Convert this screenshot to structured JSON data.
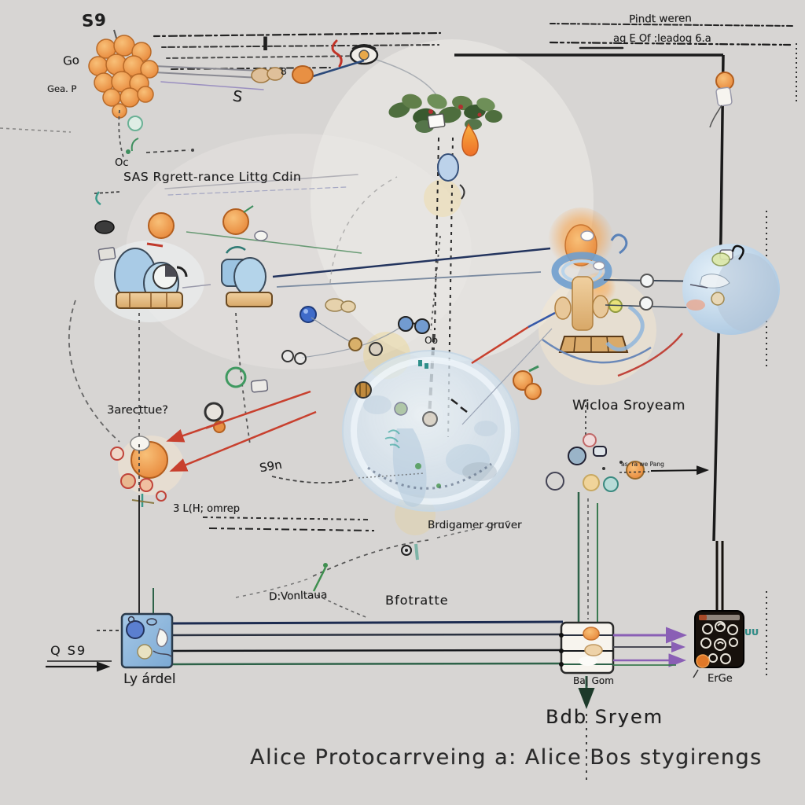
{
  "labels": {
    "s9_top": "S9",
    "go_top": "Go",
    "gsa_top": "Gea. P",
    "oc_glyph": "Oc",
    "i_glyph": "I",
    "eight_glyph": "8",
    "s_glyph": "S",
    "top_right_line1": "Pindt weren",
    "top_right_line2": "ag E Of :leadog 6.a",
    "sas": "SAS Rgrett-rance Littg Cdin",
    "aperter": "3arecttue?",
    "oo_glyph": "Oo",
    "wlicoa": "Wicloa Sroyeam",
    "s9n": "S9n",
    "lidrew": "3 L(H; omrep",
    "bidwmar": "Brdigamer gruver",
    "divonioa": "D:Vonltaua",
    "bivorate": "Bfotratte",
    "ly_aded": "Ly árdel",
    "q_s9": "Q S9",
    "ba_gom": "Ba| Gom",
    "bdo_sryem": "Bdb Sryem",
    "erge": "ErGe",
    "uu_glyph": "UU",
    "arrow_text": "as· ra we Pang",
    "caption": "Alice Protocarrveing a: Alice Bos stygirengs"
  },
  "colors": {
    "background": "#d7d5d3",
    "ink": "#1f1f1f",
    "orange": "#e8913f",
    "machine_blue": "#9ec1e2",
    "bubble_blue": "#d9e9f6",
    "sphere_blue": "#b9d3e9",
    "navy": "#23345e",
    "green": "#2d6248",
    "purple": "#8a5fb5",
    "red": "#c8402e",
    "teal": "#2e8f8a",
    "cream": "#f3e2c8",
    "device_black": "#17110c"
  },
  "icons": [
    "grapes-cluster-icon",
    "eye-icon",
    "wreath-icon",
    "flame-icon",
    "egg-icon",
    "machine-a-icon",
    "machine-b-icon",
    "globe-bubble-icon",
    "sunglasses-icon",
    "totem-icon",
    "sphere-icon",
    "flask-icon",
    "inbox-box-icon",
    "relay-box-icon",
    "device-icon"
  ]
}
